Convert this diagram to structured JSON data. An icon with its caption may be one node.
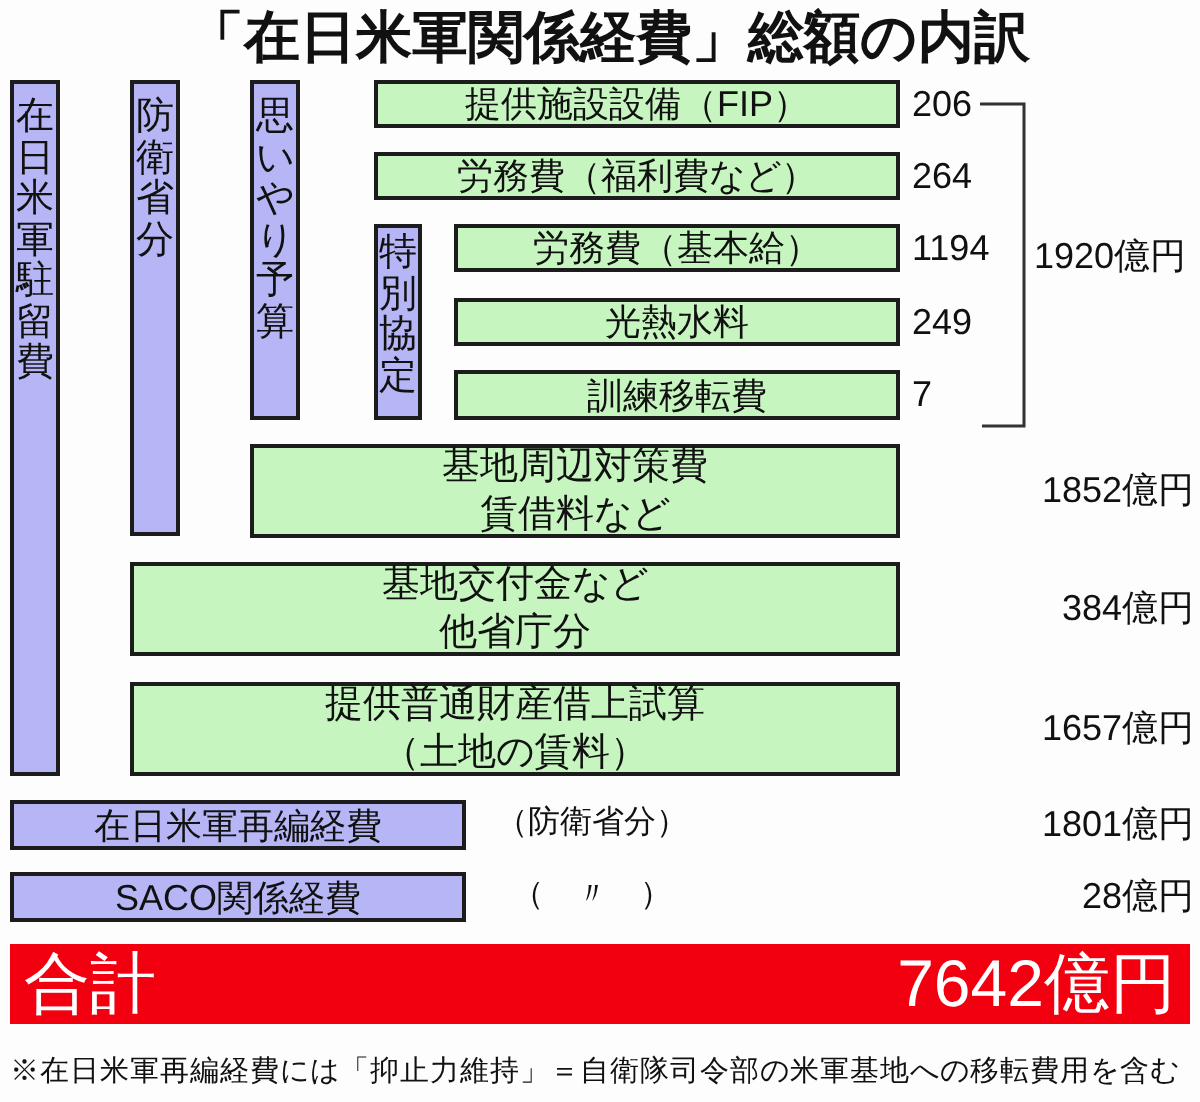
{
  "diagram": {
    "title": "「在日米軍関係経費」総額の内訳",
    "nodes": [
      {
        "text": [
          "在日米軍駐留費"
        ]
      },
      {
        "text": [
          "防衛省分"
        ]
      },
      {
        "text": [
          "思いやり予算"
        ]
      },
      {
        "text": [
          "提供施設設備（FIP）"
        ],
        "beside": [
          "206"
        ]
      },
      {
        "text": [
          "労務費（福利費など）"
        ],
        "beside": [
          "264"
        ]
      },
      {
        "text": [
          "特別協定"
        ]
      },
      {
        "text": [
          "労務費（基本給）"
        ],
        "beside": [
          "1194"
        ]
      },
      {
        "text": [
          "光熱水料"
        ],
        "beside": [
          "249"
        ]
      },
      {
        "text": [
          "訓練移転費"
        ],
        "beside": [
          "7"
        ]
      },
      {
        "text": [
          "基地周辺対策費賃借料など"
        ]
      },
      {
        "text": [
          "基地交付金など他省庁分"
        ]
      },
      {
        "text": [
          "提供普通財産借上試算（土地の賃料）"
        ]
      },
      {
        "text": [
          "在日米軍再編経費"
        ]
      },
      {
        "text": [
          "SACO関係経費"
        ]
      },
      {
        "text": [
          "合計",
          "7642億円"
        ]
      }
    ],
    "labels": [
      "1920億円",
      "1852億円",
      "384億円",
      "1657億円",
      "（防衛省分）",
      "1801億円",
      "（　〃　）",
      "28億円",
      "※在日米軍再編経費には「抑止力維持」＝自衛隊司令部の米軍基地への移転費用を含む"
    ]
  }
}
